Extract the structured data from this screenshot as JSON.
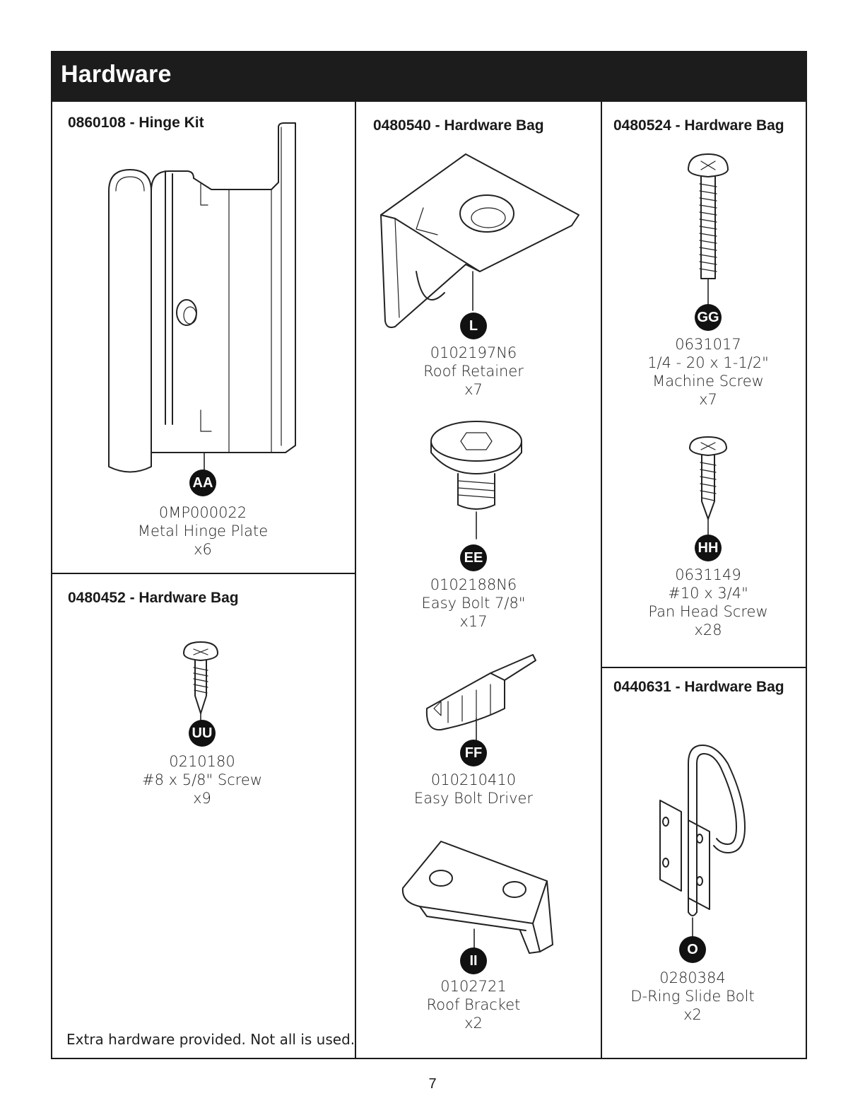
{
  "header": {
    "title": "Hardware"
  },
  "bags": {
    "hinge_kit": {
      "title": "0860108 - Hinge Kit",
      "part": {
        "badge": "AA",
        "number": "0MP000022",
        "name": "Metal Hinge Plate",
        "qty": "x6",
        "icon": "hinge-plate-icon"
      }
    },
    "bag_0480452": {
      "title": "0480452 - Hardware Bag",
      "part": {
        "badge": "UU",
        "number": "0210180",
        "name": "#8 x 5/8\" Screw",
        "qty": "x9",
        "icon": "screw-icon"
      },
      "note": "Extra hardware provided. Not all is used."
    },
    "bag_0480540": {
      "title": "0480540 - Hardware Bag",
      "parts": [
        {
          "badge": "L",
          "number": "0102197N6",
          "name": "Roof Retainer",
          "qty": "x7",
          "icon": "roof-retainer-icon"
        },
        {
          "badge": "EE",
          "number": "0102188N6",
          "name": "Easy Bolt 7/8\"",
          "qty": "x17",
          "icon": "easy-bolt-icon"
        },
        {
          "badge": "FF",
          "number": "010210410",
          "name": "Easy Bolt Driver",
          "icon": "easy-bolt-driver-icon"
        },
        {
          "badge": "II",
          "number": "0102721",
          "name": "Roof Bracket",
          "qty": "x2",
          "icon": "roof-bracket-icon"
        }
      ]
    },
    "bag_0480524": {
      "title": "0480524 - Hardware Bag",
      "parts": [
        {
          "badge": "GG",
          "number": "0631017",
          "size": "1/4 - 20 x 1-1/2\"",
          "name": "Machine Screw",
          "qty": "x7",
          "icon": "machine-screw-icon"
        },
        {
          "badge": "HH",
          "number": "0631149",
          "size": "#10 x 3/4\"",
          "name": "Pan Head Screw",
          "qty": "x28",
          "icon": "pan-head-screw-icon"
        }
      ]
    },
    "bag_0440631": {
      "title": "0440631 - Hardware Bag",
      "part": {
        "badge": "O",
        "number": "0280384",
        "name": "D-Ring Slide Bolt",
        "qty": "x2",
        "icon": "d-ring-slide-bolt-icon"
      }
    }
  },
  "page_number": "7"
}
